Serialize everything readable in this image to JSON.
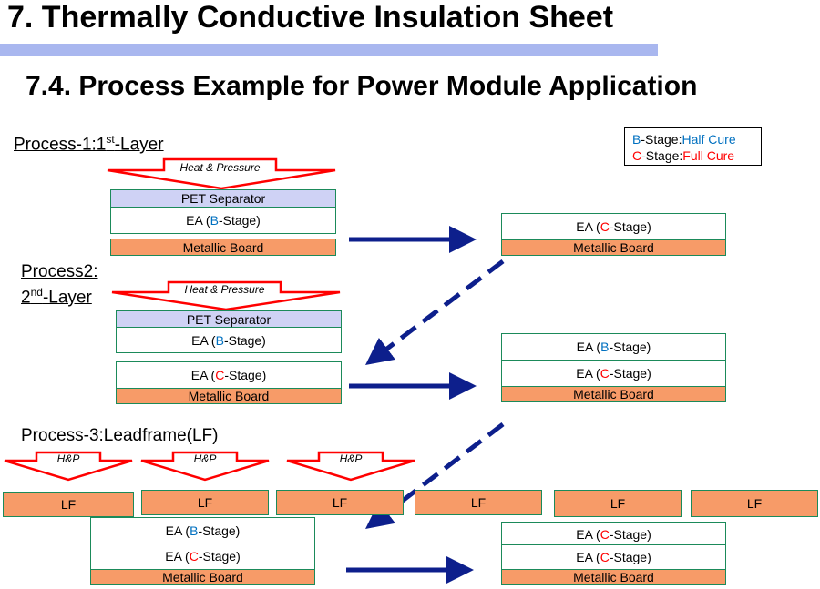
{
  "header": {
    "title": "7. Thermally Conductive Insulation Sheet",
    "subtitle": "7.4. Process Example for Power Module Application"
  },
  "legend": {
    "b_letter": "B",
    "b_text": "-Stage:",
    "b_desc": "Half Cure",
    "c_letter": "C",
    "c_text": "-Stage:",
    "c_desc": "Full Cure"
  },
  "process1": {
    "label_prefix": "Process-1:1",
    "label_sup": "st",
    "label_suffix": "-Layer",
    "press_label": "Heat & Pressure"
  },
  "process2": {
    "label_line1": "Process2:",
    "label_prefix": "2",
    "label_sup": "nd",
    "label_suffix": "-Layer",
    "press_label": "Heat & Pressure"
  },
  "process3": {
    "label": "Process-3:Leadframe(LF)",
    "press_label": "H&P"
  },
  "layers": {
    "pet": "PET Separator",
    "ea_prefix": "EA (",
    "b": "B",
    "c": "C",
    "stage_suffix": "-Stage)",
    "metallic": "Metallic    Board",
    "lf": "LF"
  },
  "colors": {
    "stage_b": "#0070c0",
    "stage_c": "#ff0000",
    "arrow": "#0d1f8c",
    "press_arrow": "#ff0000",
    "metal_fill": "#f79b68",
    "pet_fill": "#cfd2f5",
    "layer_border": "#1b8a5a",
    "title_bar": "#a9b7ef"
  }
}
